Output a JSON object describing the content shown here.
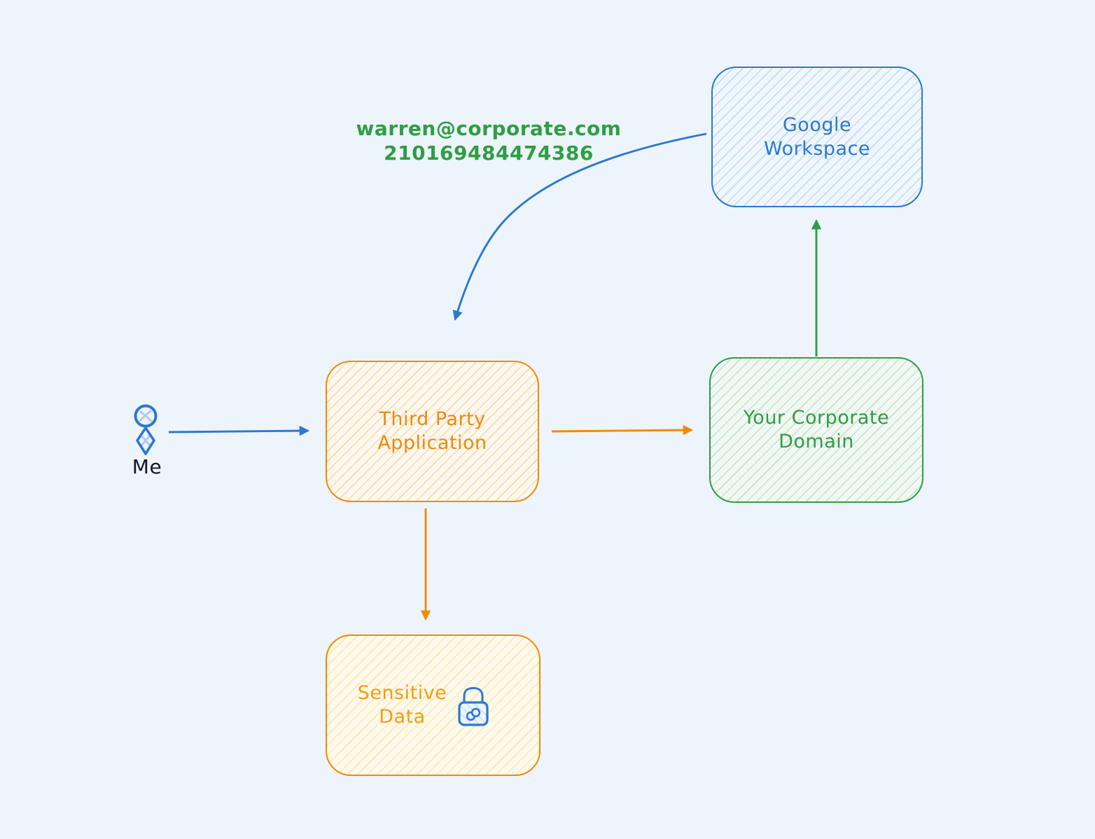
{
  "diagram": {
    "annotation": {
      "email": "warren@corporate.com",
      "account_id": "210169484474386"
    },
    "actor": {
      "label": "Me"
    },
    "nodes": {
      "google_workspace": {
        "label": "Google\nWorkspace",
        "color": "#2b79cf"
      },
      "third_party_application": {
        "label": "Third Party\nApplication",
        "color": "#ef8a0b"
      },
      "your_corporate_domain": {
        "label": "Your Corporate\nDomain",
        "color": "#2f9e44"
      },
      "sensitive_data": {
        "label": "Sensitive\nData",
        "color": "#f2a00f",
        "icon": "lock-icon"
      }
    },
    "edges": [
      {
        "from": "me",
        "to": "third_party_application",
        "color": "#2b79cf",
        "shape": "straight"
      },
      {
        "from": "google_workspace",
        "to": "third_party_application",
        "color": "#2b79cf",
        "shape": "curved"
      },
      {
        "from": "third_party_application",
        "to": "your_corporate_domain",
        "color": "#f08c00",
        "shape": "straight"
      },
      {
        "from": "your_corporate_domain",
        "to": "google_workspace",
        "color": "#2f9e44",
        "shape": "straight"
      },
      {
        "from": "third_party_application",
        "to": "sensitive_data",
        "color": "#f08c00",
        "shape": "straight"
      }
    ],
    "icons": [
      "person-icon",
      "lock-icon"
    ],
    "colors": {
      "background": "#edf4fb",
      "blue": "#2b79cf",
      "green": "#2f9e44",
      "orange": "#f08c00",
      "actor_text": "#17171d"
    }
  }
}
